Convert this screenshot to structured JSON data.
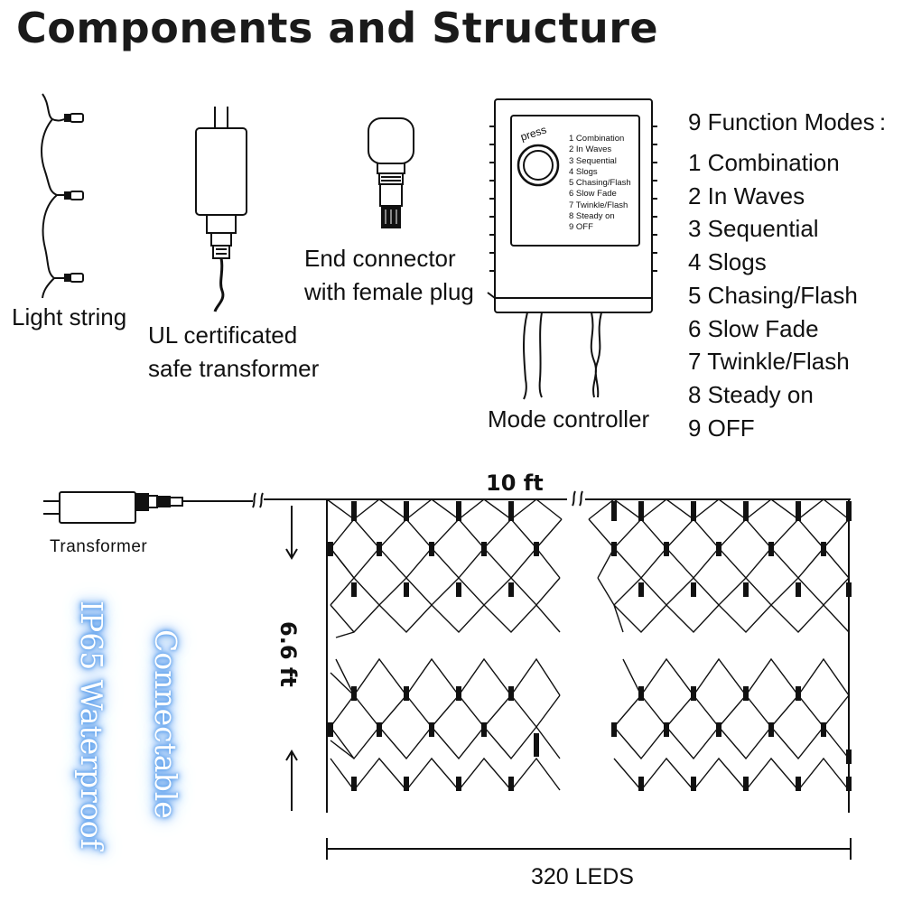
{
  "title": "Components and Structure",
  "components": {
    "light_string": "Light string",
    "transformer_line1": "UL certificated",
    "transformer_line2": "safe transformer",
    "connector_line1": "End connector",
    "connector_line2": "with female plug",
    "controller": "Mode controller",
    "press": "press"
  },
  "modes_title": "9 Function Modes :",
  "modes": [
    "1 Combination",
    "2 In Waves",
    "3 Sequential",
    "4 Slogs",
    "5 Chasing/Flash",
    "6 Slow Fade",
    "7 Twinkle/Flash",
    "8 Steady on",
    "9 OFF"
  ],
  "structure": {
    "width_label": "10 ft",
    "height_label": "6.6 ft",
    "transformer_label": "Transformer",
    "led_count_label": "320 LEDS"
  },
  "features": {
    "waterproof": "IP65 Waterproof",
    "connectable": "Connectable"
  },
  "colors": {
    "line": "#111111",
    "glow": "#4a93ea"
  }
}
